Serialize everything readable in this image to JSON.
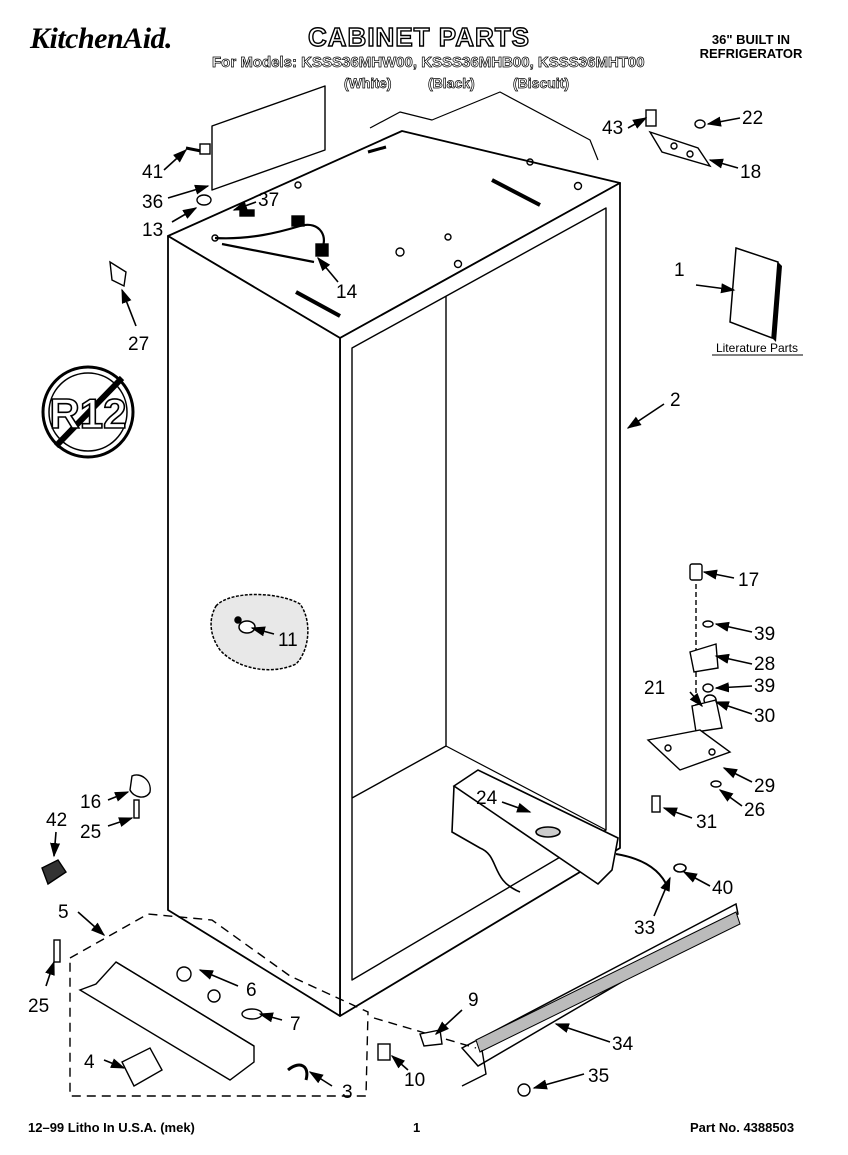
{
  "header": {
    "brand": "KitchenAid.",
    "title": "CABINET PARTS",
    "models_line": "For Models: KSSS36MHW00, KSSS36MHB00, KSSS36MHT00",
    "variants": [
      "(White)",
      "(Black)",
      "(Biscuit)"
    ],
    "product_type_line1": "36\" BUILT IN",
    "product_type_line2": "REFRIGERATOR"
  },
  "refrigerant_badge": "R12",
  "literature_label": "Literature Parts",
  "callouts": {
    "c1": "1",
    "c2": "2",
    "c3": "3",
    "c4": "4",
    "c5": "5",
    "c6": "6",
    "c7": "7",
    "c9": "9",
    "c10": "10",
    "c11": "11",
    "c13": "13",
    "c14": "14",
    "c16": "16",
    "c17": "17",
    "c18": "18",
    "c21": "21",
    "c22": "22",
    "c24": "24",
    "c25a": "25",
    "c25b": "25",
    "c26": "26",
    "c27": "27",
    "c28": "28",
    "c29": "29",
    "c30": "30",
    "c31": "31",
    "c33": "33",
    "c34": "34",
    "c35": "35",
    "c36": "36",
    "c37": "37",
    "c39a": "39",
    "c39b": "39",
    "c40": "40",
    "c41": "41",
    "c42": "42",
    "c43": "43"
  },
  "footer": {
    "left": "12–99 Litho In U.S.A. (mek)",
    "page_number": "1",
    "part_number": "Part No. 4388503"
  }
}
